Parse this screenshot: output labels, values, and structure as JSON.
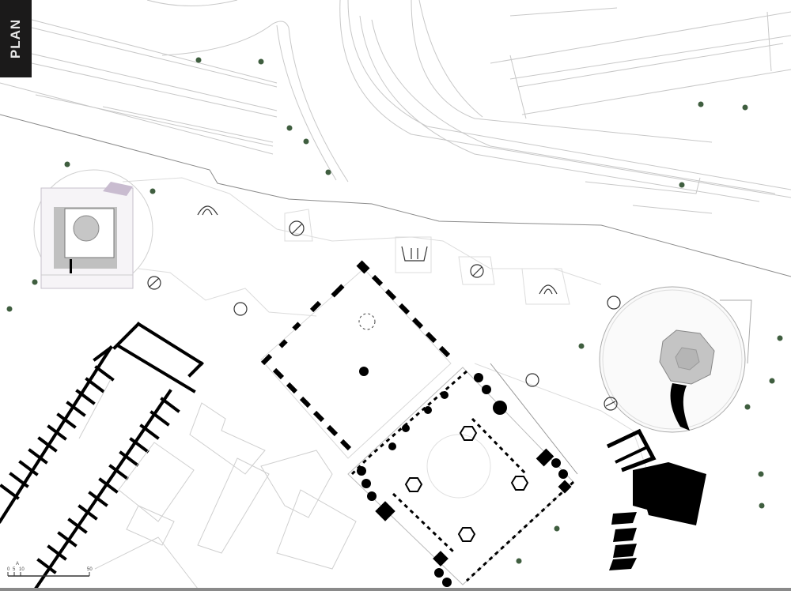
{
  "drawing": {
    "title_label": "PLAN",
    "type": "architectural site plan",
    "north_marker": "A",
    "scale_bar": {
      "ticks": [
        "0",
        "5",
        "10",
        "",
        "50"
      ]
    }
  },
  "colors": {
    "title_bg": "#1b1a1a",
    "title_text": "#e8e8e8",
    "wall_fill": "#000000",
    "linework": "#c8c8c8",
    "tree": "#3f5e3f",
    "dome": "#bdbdbd",
    "accent_lilac": "#c9bcd0",
    "bottom_rule": "#8a8a8a"
  },
  "legend": {
    "trees": "tree-dot",
    "pavilions": [
      "arch-pavilion",
      "crossed-pavilion",
      "ring-pavilion",
      "bracket-ring-pavilion"
    ],
    "buildings": [
      "courtyard-mosque",
      "prayer-hall",
      "cell-range",
      "glass-sphere",
      "cube-pavilion",
      "stair-block"
    ]
  }
}
